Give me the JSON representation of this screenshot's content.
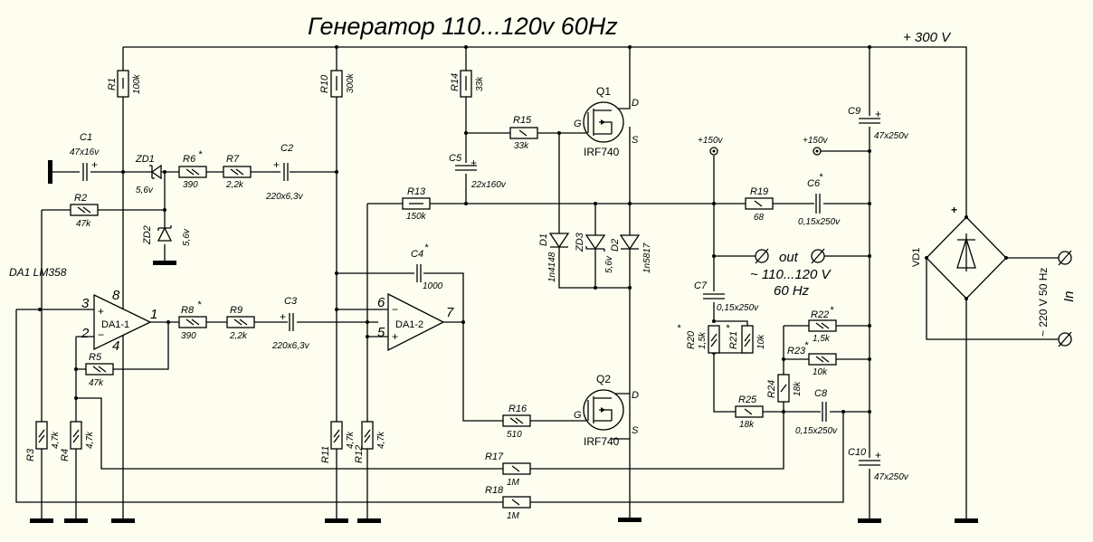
{
  "title": "Генератор 110...120v  60Hz",
  "supply_label": "+ 300 V",
  "tap_150_a": "+150v",
  "tap_150_b": "+150v",
  "output": {
    "label": "out",
    "voltage": "~ 110...120 V",
    "freq": "60 Hz"
  },
  "input": {
    "voltage": "~ 220 V  50 Hz",
    "label": "In"
  },
  "opamp": {
    "chip": "DA1 LM358",
    "a": {
      "name": "DA1-1",
      "pins": [
        "3",
        "8",
        "2",
        "4",
        "1"
      ]
    },
    "b": {
      "name": "DA1-2",
      "pins": [
        "6",
        "5",
        "7"
      ]
    }
  },
  "components": {
    "R1": {
      "ref": "R1",
      "val": "100k"
    },
    "R2": {
      "ref": "R2",
      "val": "47k"
    },
    "R3": {
      "ref": "R3",
      "val": "4,7k"
    },
    "R4": {
      "ref": "R4",
      "val": "4,7k"
    },
    "R5": {
      "ref": "R5",
      "val": "47k"
    },
    "R6": {
      "ref": "R6",
      "val": "390",
      "star": "*"
    },
    "R7": {
      "ref": "R7",
      "val": "2,2k"
    },
    "R8": {
      "ref": "R8",
      "val": "390",
      "star": "*"
    },
    "R9": {
      "ref": "R9",
      "val": "2,2k"
    },
    "R10": {
      "ref": "R10",
      "val": "300k"
    },
    "R11": {
      "ref": "R11",
      "val": "4,7k"
    },
    "R12": {
      "ref": "R12",
      "val": "4,7k"
    },
    "R13": {
      "ref": "R13",
      "val": "150k"
    },
    "R14": {
      "ref": "R14",
      "val": "33k"
    },
    "R15": {
      "ref": "R15",
      "val": "33k"
    },
    "R16": {
      "ref": "R16",
      "val": "510"
    },
    "R17": {
      "ref": "R17",
      "val": "1M"
    },
    "R18": {
      "ref": "R18",
      "val": "1M"
    },
    "R19": {
      "ref": "R19",
      "val": "68"
    },
    "R20": {
      "ref": "R20",
      "val": "1,5k",
      "star": "*"
    },
    "R21": {
      "ref": "R21",
      "val": "10k",
      "star": "*"
    },
    "R22": {
      "ref": "R22",
      "val": "1,5k",
      "star": "*"
    },
    "R23": {
      "ref": "R23",
      "val": "10k",
      "star": "*"
    },
    "R24": {
      "ref": "R24",
      "val": "18k"
    },
    "R25": {
      "ref": "R25",
      "val": "18k"
    },
    "C1": {
      "ref": "C1",
      "val": "47x16v"
    },
    "C2": {
      "ref": "C2",
      "val": "220x6,3v"
    },
    "C3": {
      "ref": "C3",
      "val": "220x6,3v"
    },
    "C4": {
      "ref": "C4",
      "val": "1000",
      "star": "*"
    },
    "C5": {
      "ref": "C5",
      "val": "22x160v"
    },
    "C6": {
      "ref": "C6",
      "val": "0,15x250v",
      "star": "*"
    },
    "C7": {
      "ref": "C7",
      "val": "0,15x250v"
    },
    "C8": {
      "ref": "C8",
      "val": "0,15x250v"
    },
    "C9": {
      "ref": "C9",
      "val": "47x250v"
    },
    "C10": {
      "ref": "C10",
      "val": "47x250v"
    },
    "ZD1": {
      "ref": "ZD1",
      "val": "5,6v"
    },
    "ZD2": {
      "ref": "ZD2",
      "val": "5,6v"
    },
    "ZD3": {
      "ref": "ZD3",
      "val": "5,6v"
    },
    "D1": {
      "ref": "D1",
      "val": "1n4148"
    },
    "D2": {
      "ref": "D2",
      "val": "1n5817"
    },
    "Q1": {
      "ref": "Q1",
      "val": "IRF740"
    },
    "Q2": {
      "ref": "Q2",
      "val": "IRF740"
    },
    "VD1": {
      "ref": "VD1"
    }
  },
  "mosfet_pins": {
    "g": "G",
    "d": "D",
    "s": "S"
  },
  "plus": "+"
}
